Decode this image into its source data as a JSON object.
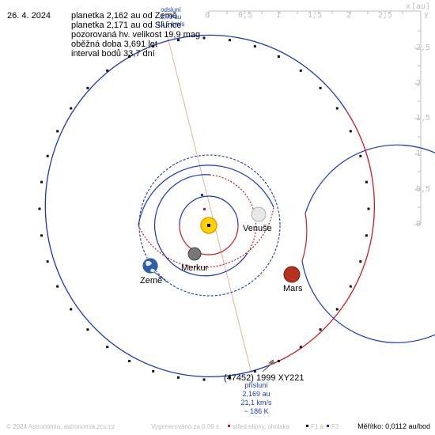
{
  "date": "26. 4. 2024",
  "info_lines": [
    "planetka 2,162 au od Země",
    "planetka 2,171 au od Slunce",
    "pozorovaná hv. velikost 19,9 mag",
    "oběžná doba 3,691 let",
    "interval bodů 33,7 dní"
  ],
  "axis": {
    "unit": "[au]",
    "x_top_corner": "x",
    "y_corner": "y",
    "x_ticks": [
      "0",
      "0,5",
      "1",
      "1,5",
      "2",
      "2,5"
    ],
    "y_ticks": [
      "2,5",
      "2",
      "1,5",
      "1",
      "0,5",
      "0"
    ]
  },
  "labels": {
    "venus": "Venuše",
    "mercury": "Merkur",
    "earth": "Země",
    "mars": "Mars",
    "asteroid": "(47452) 1999 XY221"
  },
  "aphelion": {
    "title": "odsluní",
    "distance": "2,79 au",
    "extra": "12,5 km/s"
  },
  "perihelion": {
    "title": "přísluní",
    "distance": "2,169 au",
    "speed": "21,1 km/s",
    "temp": "~ 186 K"
  },
  "footer": {
    "copyright": "© 2024 Astronomia, astronomia.zcu.cz",
    "generated": "Vygenerováno za 0,09 s",
    "legend_center": "střed elipsy, ohniska",
    "legend_f": "F1 a",
    "legend_f2": "F2"
  },
  "scale": "Měřítko: 0,0112 au/bod",
  "colors": {
    "orbit_front": "#1536c8",
    "orbit_back": "#d21b1b",
    "sun": "#ffd200",
    "axis": "#bdbdbd",
    "line": "#f0b090"
  }
}
